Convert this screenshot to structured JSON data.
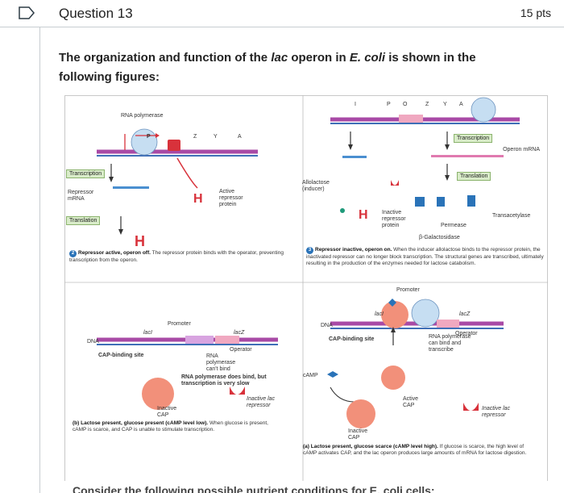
{
  "header": {
    "question": "Question 13",
    "points": "15 pts"
  },
  "prompt": {
    "pre": "The organization and function of the ",
    "lac": "lac",
    "mid": " operon in ",
    "ecoli": "E. coli",
    "post": " is shown in the following figures:"
  },
  "panel1": {
    "rna_polymerase": "RNA polymerase",
    "gene_p": "P",
    "gene_z": "Z",
    "gene_y": "Y",
    "gene_a": "A",
    "transcription": "Transcription",
    "repressor_mrna": "Repressor mRNA",
    "translation": "Translation",
    "active_repressor": "Active repressor protein",
    "caption_num": "2",
    "caption_bold": "Repressor active, operon off.",
    "caption_text": " The repressor protein binds with the operator, preventing transcription from the operon."
  },
  "panel2": {
    "gene_i": "I",
    "gene_p": "P",
    "gene_o": "O",
    "gene_z": "Z",
    "gene_y": "Y",
    "gene_a": "A",
    "transcription": "Transcription",
    "operon_mrna": "Operon mRNA",
    "translation": "Translation",
    "allolactose": "Allolactose (inducer)",
    "inactive_repressor": "Inactive repressor protein",
    "transacetylase": "Transacetylase",
    "permease": "Permease",
    "galactosidase": "β-Galactosidase",
    "caption_num": "3",
    "caption_bold": "Repressor inactive, operon on.",
    "caption_text": " When the inducer allolactose binds to the repressor protein, the inactivated repressor can no longer block transcription. The structural genes are transcribed, ultimately resulting in the production of the enzymes needed for lactose catabolism."
  },
  "panel3": {
    "promoter": "Promoter",
    "laci": "lacI",
    "lacz": "lacZ",
    "dna": "DNA",
    "cap_site": "CAP-binding site",
    "operator": "Operator",
    "rnap": "RNA polymerase can't bind",
    "note": "RNA polymerase does bind, but transcription is very slow",
    "inactive_rep": "Inactive lac repressor",
    "inactive_cap": "Inactive CAP",
    "caption_bold": "(b) Lactose present, glucose present (cAMP level low).",
    "caption_text": " When glucose is present, cAMP is scarce, and CAP is unable to stimulate transcription."
  },
  "panel4": {
    "promoter": "Promoter",
    "laci": "lacI",
    "lacz": "lacZ",
    "dna": "DNA",
    "cap_site": "CAP-binding site",
    "operator": "Operator",
    "rnap": "RNA polymerase can bind and transcribe",
    "camp": "cAMP",
    "active_cap": "Active CAP",
    "inactive_cap": "Inactive CAP",
    "inactive_rep": "Inactive lac repressor",
    "caption_bold": "(a) Lactose present, glucose scarce (cAMP level high).",
    "caption_text": " If glucose is scarce, the high level of cAMP activates CAP, and the lac operon produces large amounts of mRNA for lactose digestion."
  },
  "footer": {
    "text": "Consider the following possible nutrient conditions for E. coli cells:"
  },
  "colors": {
    "dna_purple": "#a84aa6",
    "dna_blue": "#3f6fb7",
    "repressor_red": "#d8323b",
    "box_green": "#d9ecc9",
    "polymerase_blue": "#c6def2",
    "cap_orange": "#f2907a"
  }
}
